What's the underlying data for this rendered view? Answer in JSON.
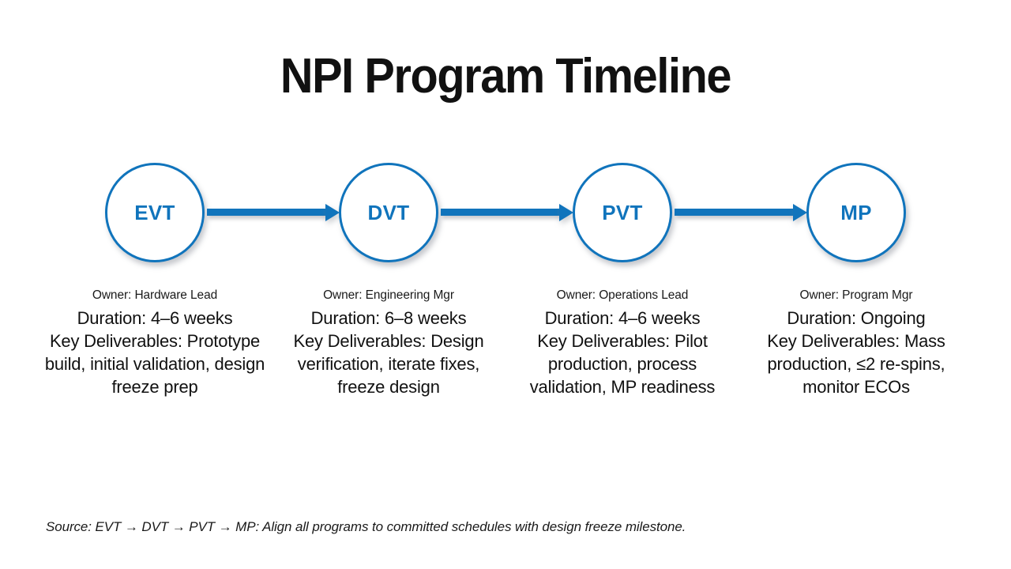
{
  "slide": {
    "title": "NPI Program Timeline",
    "accent_color": "#1074BC",
    "text_color": "#111111",
    "background_color": "#FFFFFF"
  },
  "flow": {
    "nodes": [
      {
        "label": "EVT"
      },
      {
        "label": "DVT"
      },
      {
        "label": "PVT"
      },
      {
        "label": "MP"
      }
    ],
    "arrows": [
      {
        "from": "EVT",
        "to": "DVT"
      },
      {
        "from": "DVT",
        "to": "PVT"
      },
      {
        "from": "PVT",
        "to": "MP"
      }
    ]
  },
  "columns": [
    {
      "owner": "Owner: Hardware Lead",
      "detail": "Duration: 4–6 weeks\nKey Deliverables: Prototype build, initial validation, design freeze prep"
    },
    {
      "owner": "Owner: Engineering Mgr",
      "detail": "Duration: 6–8 weeks\nKey Deliverables: Design verification, iterate fixes, freeze design"
    },
    {
      "owner": "Owner: Operations Lead",
      "detail": "Duration: 4–6 weeks\nKey Deliverables: Pilot production, process validation, MP readiness"
    },
    {
      "owner": "Owner: Program Mgr",
      "detail": "Duration: Ongoing\nKey Deliverables: Mass production, ≤2 re-spins, monitor ECOs"
    }
  ],
  "footer": {
    "source": "Source: EVT → DVT → PVT → MP: Align all programs to committed schedules with design freeze milestone."
  }
}
